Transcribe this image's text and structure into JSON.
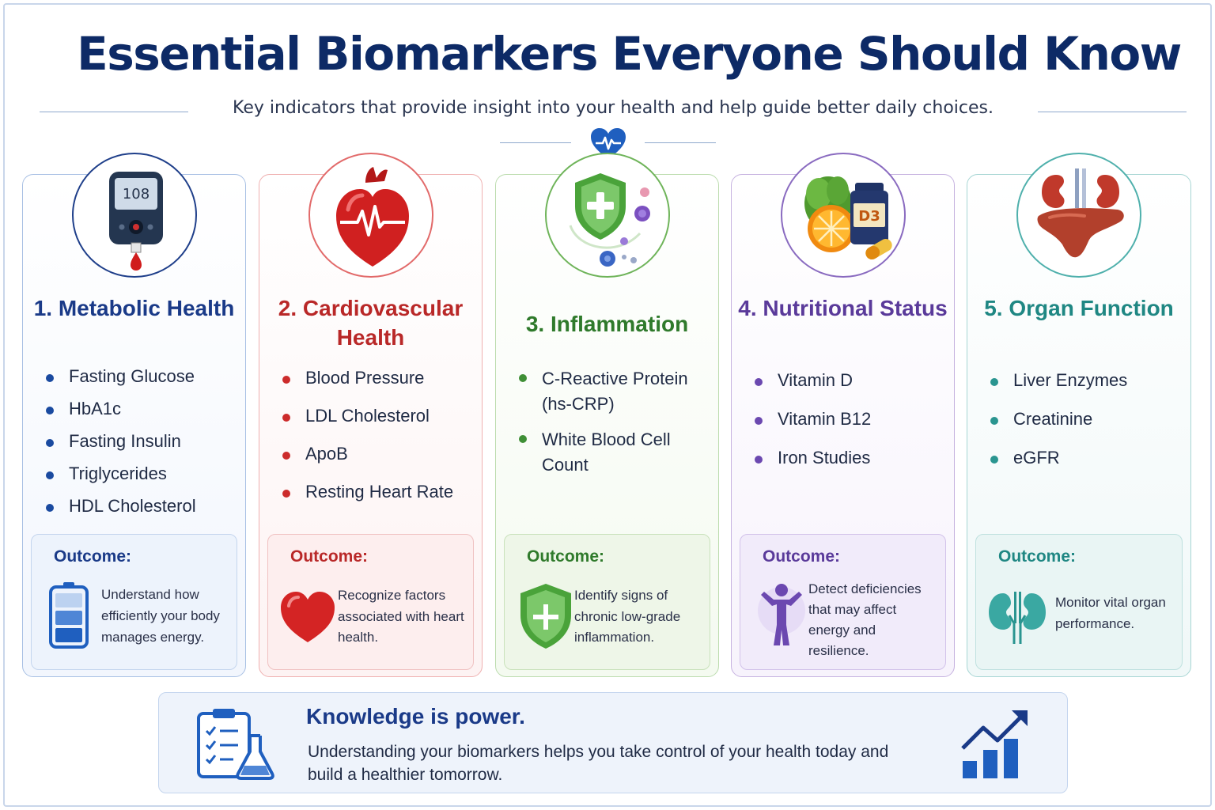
{
  "title": "Essential Biomarkers Everyone Should Know",
  "subtitle": "Key indicators that provide insight into your health and help guide better daily choices.",
  "cards": [
    {
      "title": "1. Metabolic Health",
      "icon": "glucose-meter-icon",
      "meter_reading": "108",
      "items": [
        "Fasting Glucose",
        "HbA1c",
        "Fasting Insulin",
        "Triglycerides",
        "HDL Cholesterol"
      ],
      "outcome_label": "Outcome:",
      "outcome_icon": "battery-icon",
      "outcome_text": "Understand how efficiently your body manages energy."
    },
    {
      "title": "2. Cardiovascular Health",
      "icon": "heart-pulse-icon",
      "items": [
        "Blood Pressure",
        "LDL Cholesterol",
        "ApoB",
        "Resting Heart Rate"
      ],
      "outcome_label": "Outcome:",
      "outcome_icon": "heart-icon",
      "outcome_text": "Recognize factors associated with heart health."
    },
    {
      "title": "3. Inflammation",
      "icon": "shield-cross-icon",
      "items": [
        "C-Reactive Protein (hs-CRP)",
        "White Blood Cell Count"
      ],
      "outcome_label": "Outcome:",
      "outcome_icon": "shield-plus-icon",
      "outcome_text": "Identify signs of chronic low-grade inflammation."
    },
    {
      "title": "4. Nutritional Status",
      "icon": "vitamins-icon",
      "supplement_label": "D3",
      "items": [
        "Vitamin D",
        "Vitamin B12",
        "Iron Studies"
      ],
      "outcome_label": "Outcome:",
      "outcome_icon": "person-energy-icon",
      "outcome_text": "Detect deficiencies that may affect energy and resilience."
    },
    {
      "title": "5. Organ Function",
      "icon": "kidneys-liver-icon",
      "items": [
        "Liver Enzymes",
        "Creatinine",
        "eGFR"
      ],
      "outcome_label": "Outcome:",
      "outcome_icon": "kidneys-icon",
      "outcome_text": "Monitor vital organ performance."
    }
  ],
  "footer": {
    "title": "Knowledge is power.",
    "text": "Understanding your biomarkers helps you take control of your health today and build a healthier tomorrow.",
    "left_icon": "clipboard-flask-icon",
    "right_icon": "growth-chart-icon"
  },
  "colors": {
    "title": "#0d2a66",
    "metabolic": "#1a3a88",
    "cardio": "#b92828",
    "inflammation": "#2f7a2b",
    "nutrition": "#5a3a9a",
    "organ": "#1f8783"
  }
}
